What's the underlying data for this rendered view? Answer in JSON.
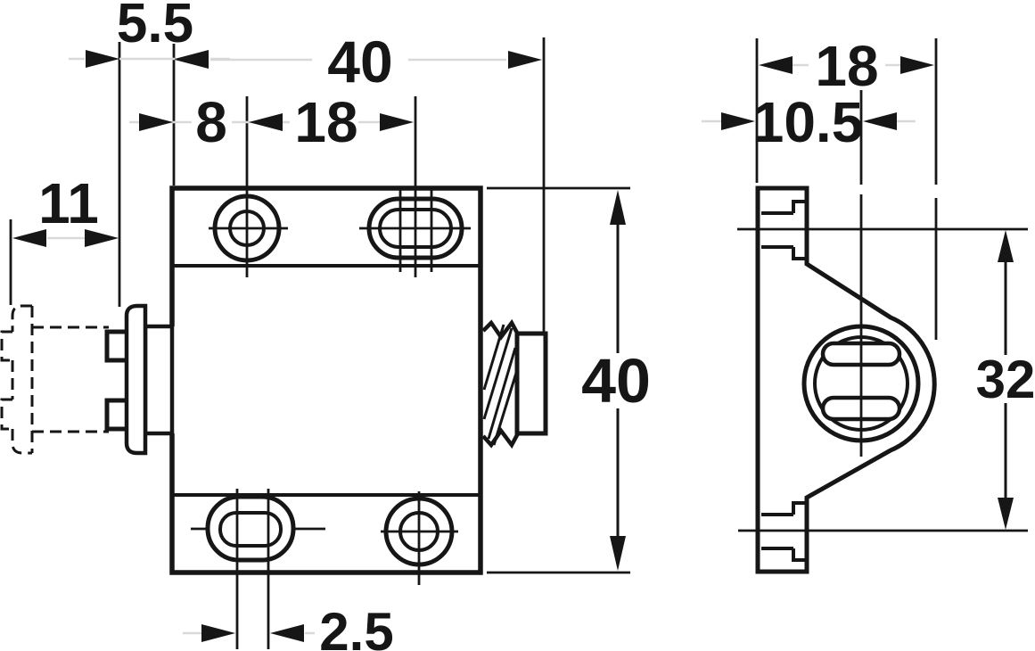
{
  "drawing": {
    "kind": "technical-dimension-drawing",
    "colors": {
      "background": "#ffffff",
      "line": "#161616",
      "dimension_line": "#d9d9d9"
    },
    "front_view": {
      "dimensions": {
        "plunger_travel": "11",
        "head_projection": "5.5",
        "body_width": "40",
        "first_hole_offset": "8",
        "hole_spacing": "18",
        "body_height": "40",
        "slot_adjustment": "2.5"
      }
    },
    "side_view": {
      "dimensions": {
        "flange_width": "18",
        "hole_centre_offset": "10.5",
        "screw_hole_spacing": "32"
      }
    }
  }
}
